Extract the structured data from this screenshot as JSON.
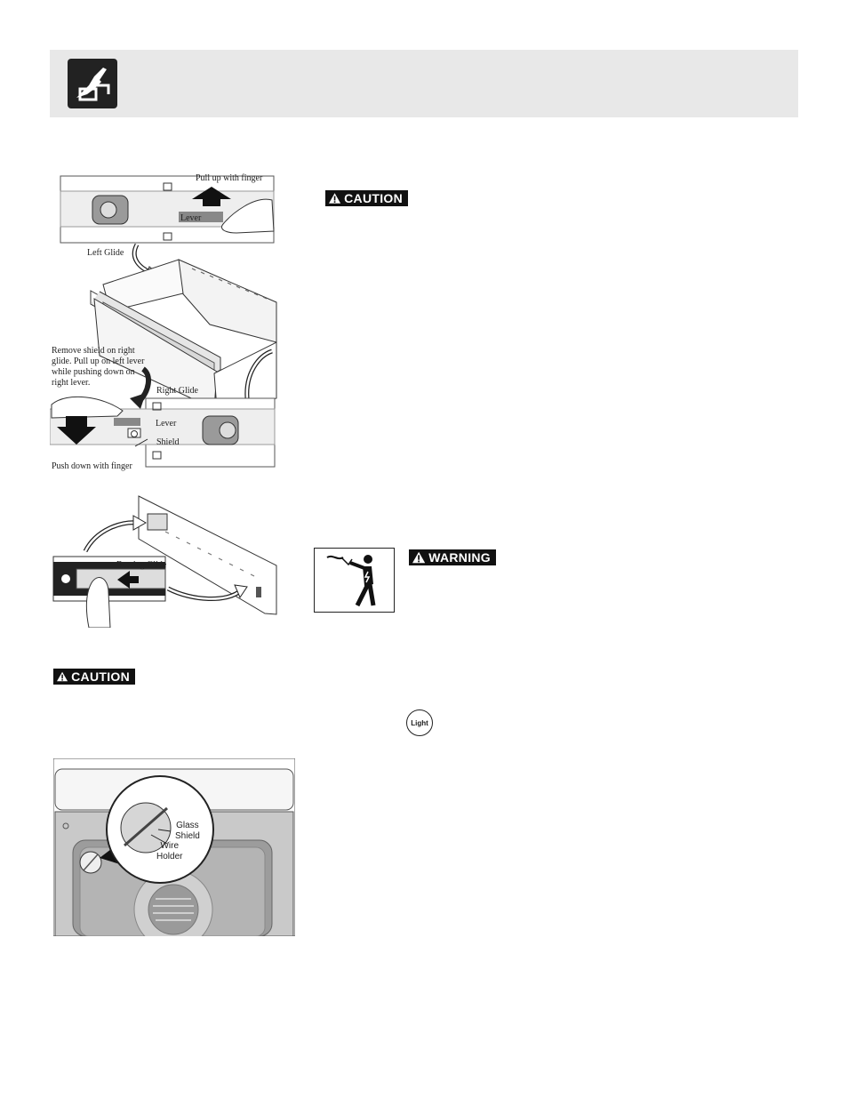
{
  "header": {
    "icon": "hand-removing-drawer-icon"
  },
  "badges": {
    "caution_top": "CAUTION",
    "warning": "WARNING",
    "caution_bottom": "CAUTION"
  },
  "figure_drawer": {
    "pull_up": "Pull up with finger",
    "lever_left": "Lever",
    "left_glide": "Left Glide",
    "remove_shield_note": [
      "Remove shield on right",
      "glide.  Pull up on left lever",
      "while pushing down on",
      "right lever."
    ],
    "right_glide": "Right Glide",
    "lever_right": "Lever",
    "shield": "Shield",
    "push_down": "Push down with finger"
  },
  "figure_bearing": {
    "bearing_glide": "Bearing Glide"
  },
  "light_button": {
    "label": "Light"
  },
  "figure_oven_light": {
    "glass_shield_line1": "Glass",
    "glass_shield_line2": "Shield",
    "wire_holder_line1": "Wire",
    "wire_holder_line2": "Holder"
  },
  "icons": {
    "warning_symbol": "electric-shock-icon",
    "alert_triangle": "alert-triangle-icon"
  },
  "colors": {
    "banner": "#e8e8e8",
    "badge": "#111111"
  }
}
